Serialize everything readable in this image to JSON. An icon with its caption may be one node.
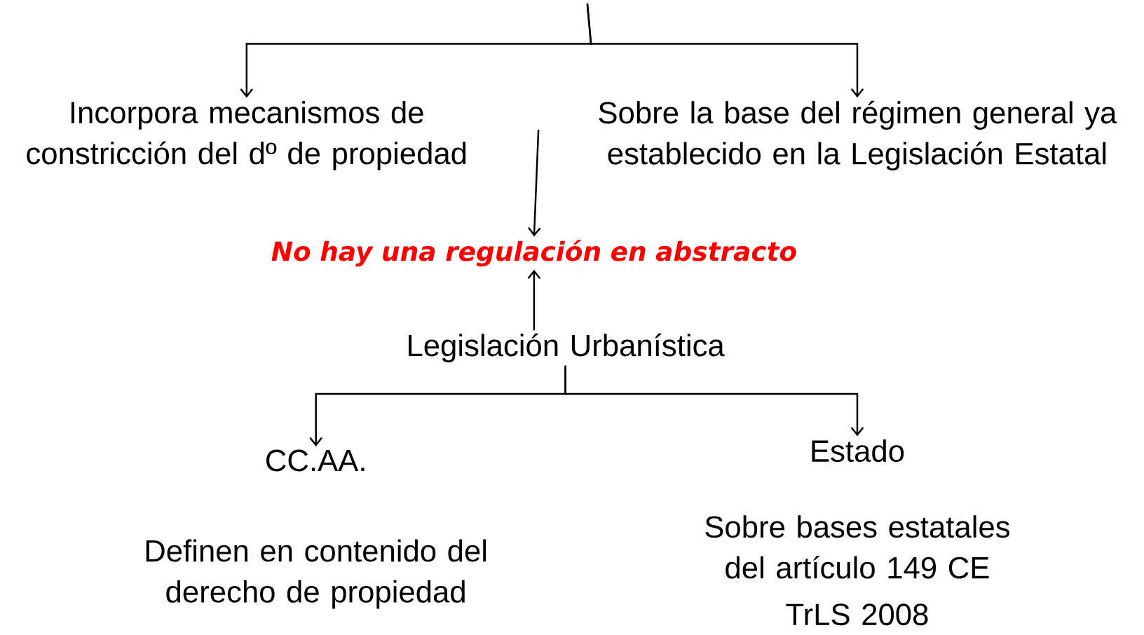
{
  "diagram": {
    "nodes": [
      {
        "text": [
          "Incorpora mecanismos de constricción del dº de propiedad"
        ]
      },
      {
        "text": [
          "Sobre la base del régimen general ya establecido en la Legislación Estatal"
        ]
      },
      {
        "text": [
          "No hay una regulación en abstracto"
        ]
      },
      {
        "text": [
          "Legislación Urbanística"
        ]
      },
      {
        "text": [
          "CC.AA.",
          "Definen en contenido del derecho de propiedad"
        ]
      },
      {
        "text": [
          "Estado",
          "Sobre bases estatales del artículo 149 CE",
          "TrLS 2008"
        ]
      }
    ],
    "edges": [
      {
        "from": null,
        "to": 0,
        "arrow": "to"
      },
      {
        "from": null,
        "to": 1,
        "arrow": "to"
      },
      {
        "from": null,
        "to": 2,
        "arrow": "to"
      },
      {
        "from": 3,
        "to": 2,
        "arrow": "to"
      },
      {
        "from": 3,
        "to": 4,
        "arrow": "to"
      },
      {
        "from": 3,
        "to": 5,
        "arrow": "to"
      }
    ]
  }
}
